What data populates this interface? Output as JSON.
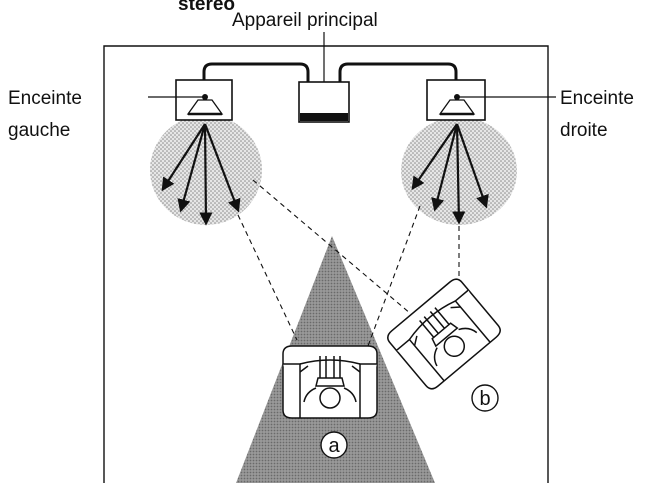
{
  "labels": {
    "top_cut": "stéréo",
    "main_unit": "Appareil principal",
    "left_speaker_line1": "Enceinte",
    "left_speaker_line2": "gauche",
    "right_speaker_line1": "Enceinte",
    "right_speaker_line2": "droite"
  },
  "positions": {
    "a": "a",
    "b": "b"
  }
}
